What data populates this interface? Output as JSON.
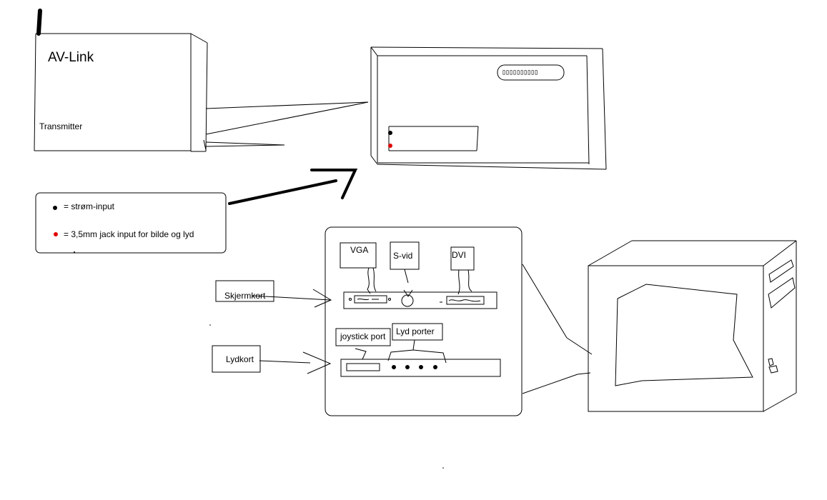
{
  "transmitter": {
    "title": "AV-Link",
    "subtitle": "Transmitter"
  },
  "receiver": {
    "port_strip": "▯▯▯▯▯▯▯▯▯▯"
  },
  "legend": {
    "items": [
      {
        "color": "#000000",
        "text": "= strøm-input"
      },
      {
        "color": "#e00000",
        "text": "= 3,5mm jack input for bilde og lyd"
      }
    ]
  },
  "backpanel": {
    "labels": {
      "vga": "VGA",
      "svid": "S-vid",
      "dvi": "DVI",
      "joystick": "joystick port",
      "lyd_porter": "Lyd porter"
    }
  },
  "callouts": {
    "skjermkort": "Skjermkort",
    "lydkort": "Lydkort"
  }
}
